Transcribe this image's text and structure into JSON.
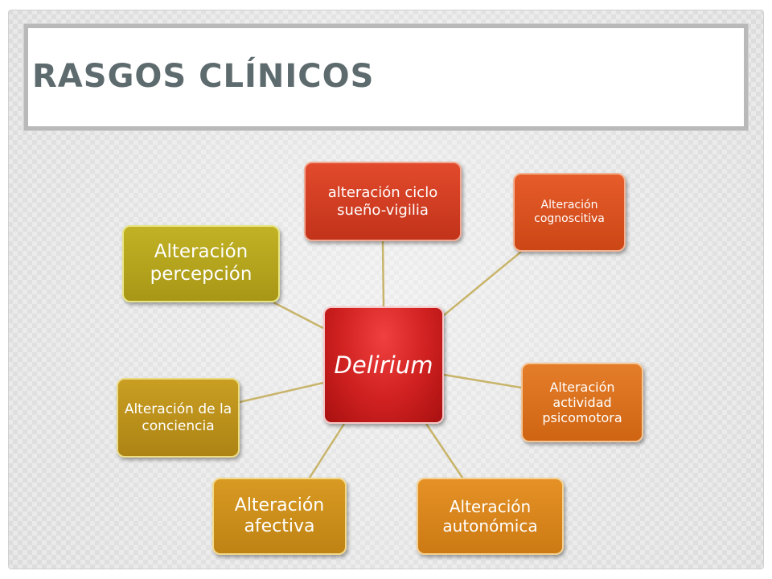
{
  "slide": {
    "title": "RASGOS CLÍNICOS"
  },
  "diagram": {
    "center": {
      "label": "Delirium",
      "color": "#cf2020"
    },
    "nodes": {
      "sleep_wake": {
        "label": "alteración ciclo sueño-vigilia",
        "color": "#d63d22"
      },
      "cognitive": {
        "label": "Alteración cognoscitiva",
        "color": "#dd5220"
      },
      "psychomotor": {
        "label": "Alteración actividad psicomotora",
        "color": "#db7120"
      },
      "autonomic": {
        "label": "Alteración autonómica",
        "color": "#da861d"
      },
      "affective": {
        "label": "Alteración afectiva",
        "color": "#cc8f1b"
      },
      "consciousness": {
        "label": "Alteración de la conciencia",
        "color": "#bb911b"
      },
      "perception": {
        "label": "Alteración percepción",
        "color": "#b5a41d"
      }
    },
    "connector_color": "#c8b46a"
  }
}
